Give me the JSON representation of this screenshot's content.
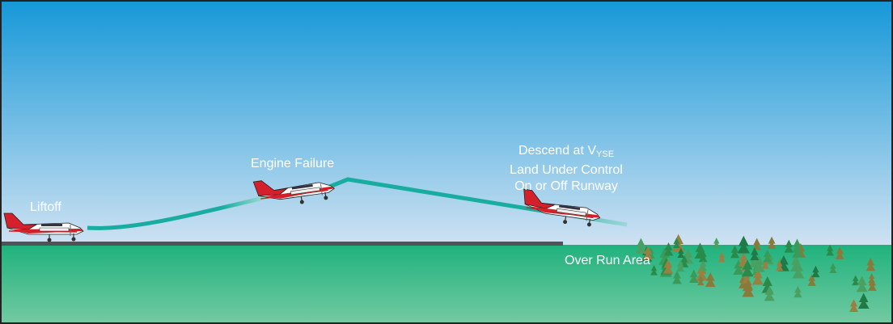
{
  "labels": {
    "liftoff": "Liftoff",
    "engine_failure": "Engine Failure",
    "descend_prefix": "Descend at V",
    "descend_subscript": "YSE",
    "land_line": "Land Under Control",
    "runway_line": "On or Off Runway",
    "overrun": "Over Run Area"
  },
  "colors": {
    "sky_top": "#1598d8",
    "sky_bottom": "#cfe2f2",
    "ground_top": "#1fb27d",
    "ground_bottom": "#74caa2",
    "runway": "#505258",
    "flight_path": "#18ada0",
    "aircraft": "#d4202a"
  }
}
